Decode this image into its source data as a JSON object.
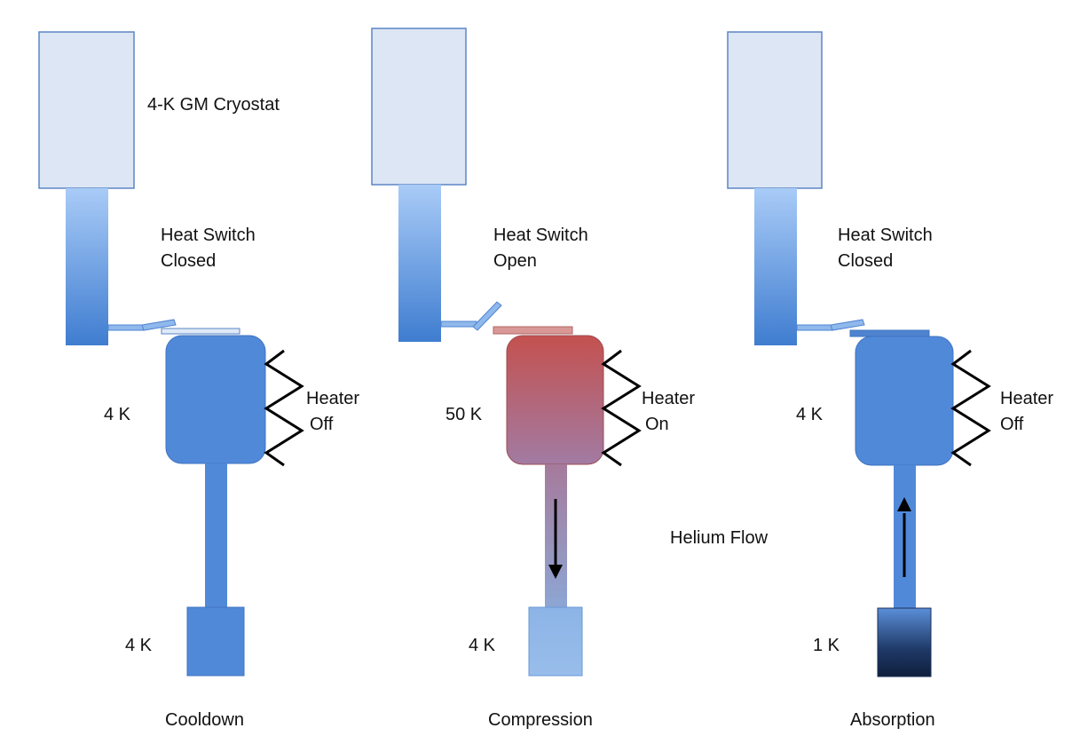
{
  "cryostat_label": "4-K GM Cryostat",
  "helium_flow_label": "Helium Flow",
  "colors": {
    "cryostat_fill": "#dde6f4",
    "cryostat_stroke": "#5b86c5",
    "cold_blue": "#5189d9",
    "cold_blue_light": "#a8c9f6",
    "hot_red": "#c45a56",
    "warm_mauve": "#a67a9b",
    "dark_navy": "#1a2f55",
    "heater_wire": "#000000"
  },
  "panels": [
    {
      "stage_label": "Cooldown",
      "switch_line1": "Heat Switch",
      "switch_line2": "Closed",
      "heater_line1": "Heater",
      "heater_line2": "Off",
      "pump_temp": "4 K",
      "bottom_temp": "4 K"
    },
    {
      "stage_label": "Compression",
      "switch_line1": "Heat Switch",
      "switch_line2": "Open",
      "heater_line1": "Heater",
      "heater_line2": "On",
      "pump_temp": "50 K",
      "bottom_temp": "4 K"
    },
    {
      "stage_label": "Absorption",
      "switch_line1": "Heat Switch",
      "switch_line2": "Closed",
      "heater_line1": "Heater",
      "heater_line2": "Off",
      "pump_temp": "4 K",
      "bottom_temp": "1 K"
    }
  ]
}
